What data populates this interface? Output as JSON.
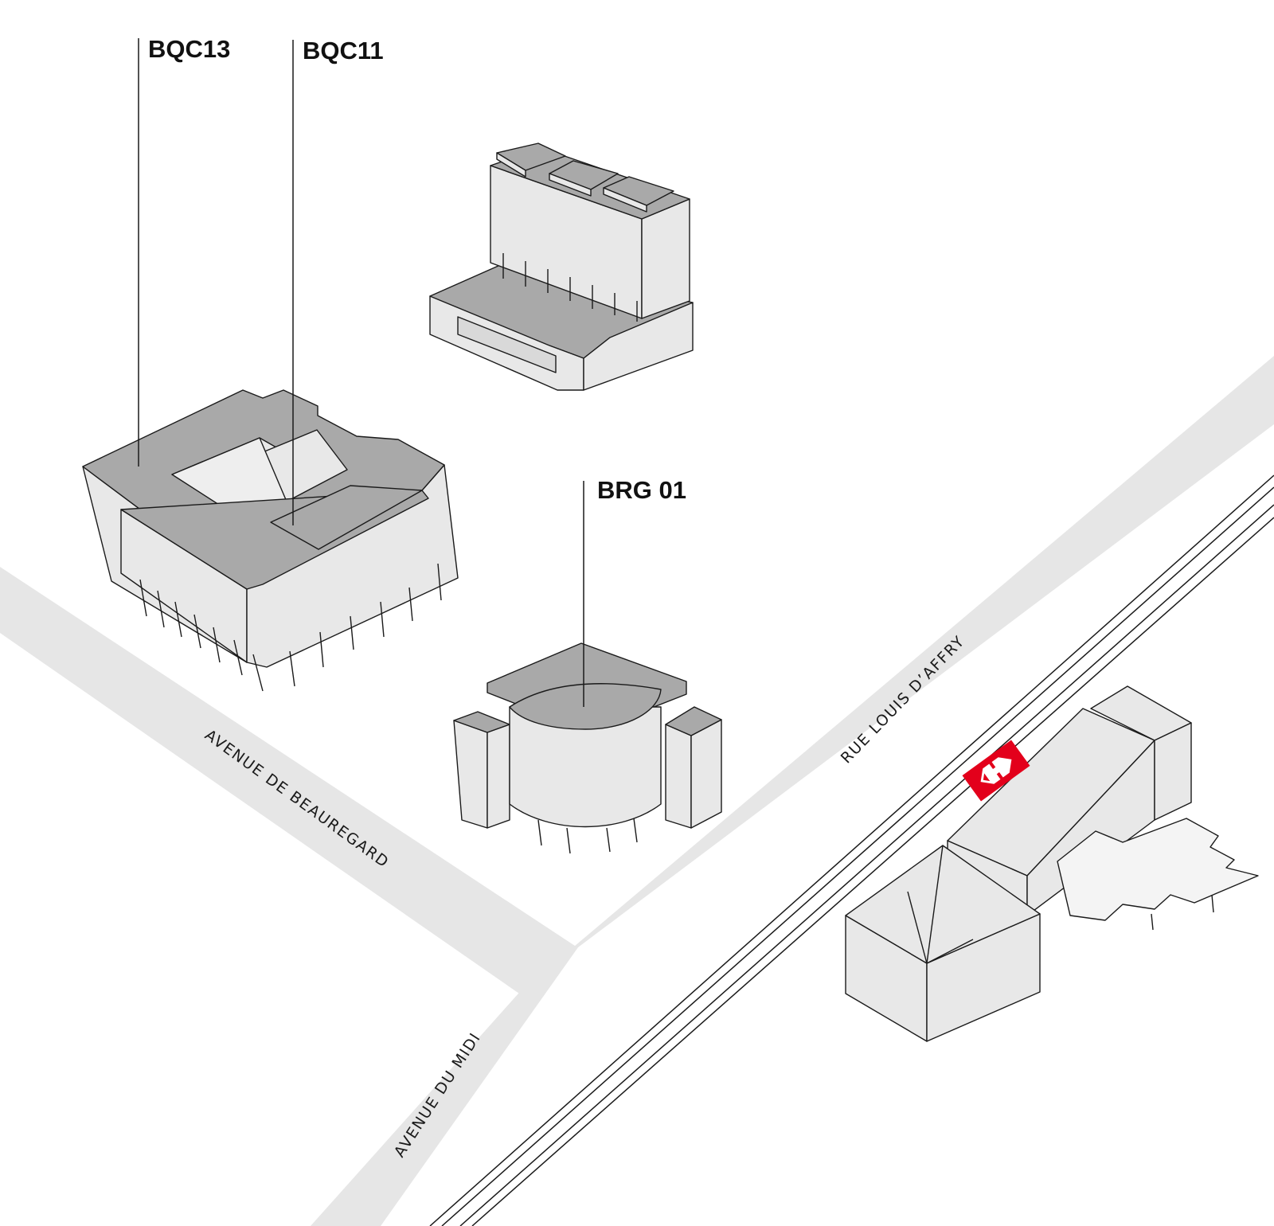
{
  "buildings": {
    "bqc13": {
      "label": "BQC13"
    },
    "bqc11": {
      "label": "BQC11"
    },
    "brg01": {
      "label": "BRG 01"
    }
  },
  "streets": {
    "beauregard": "AVENUE DE BEAUREGARD",
    "midi": "AVENUE DU MIDI",
    "affry": "RUE LOUIS D’AFFRY"
  },
  "station_icon": "sbb-cff-ffs-station-icon",
  "colors": {
    "road": "#e6e6e6",
    "roof": "#a9a9a9",
    "wall": "#e8e8e8",
    "line": "#1a1a1a",
    "station_red": "#e3001b"
  }
}
